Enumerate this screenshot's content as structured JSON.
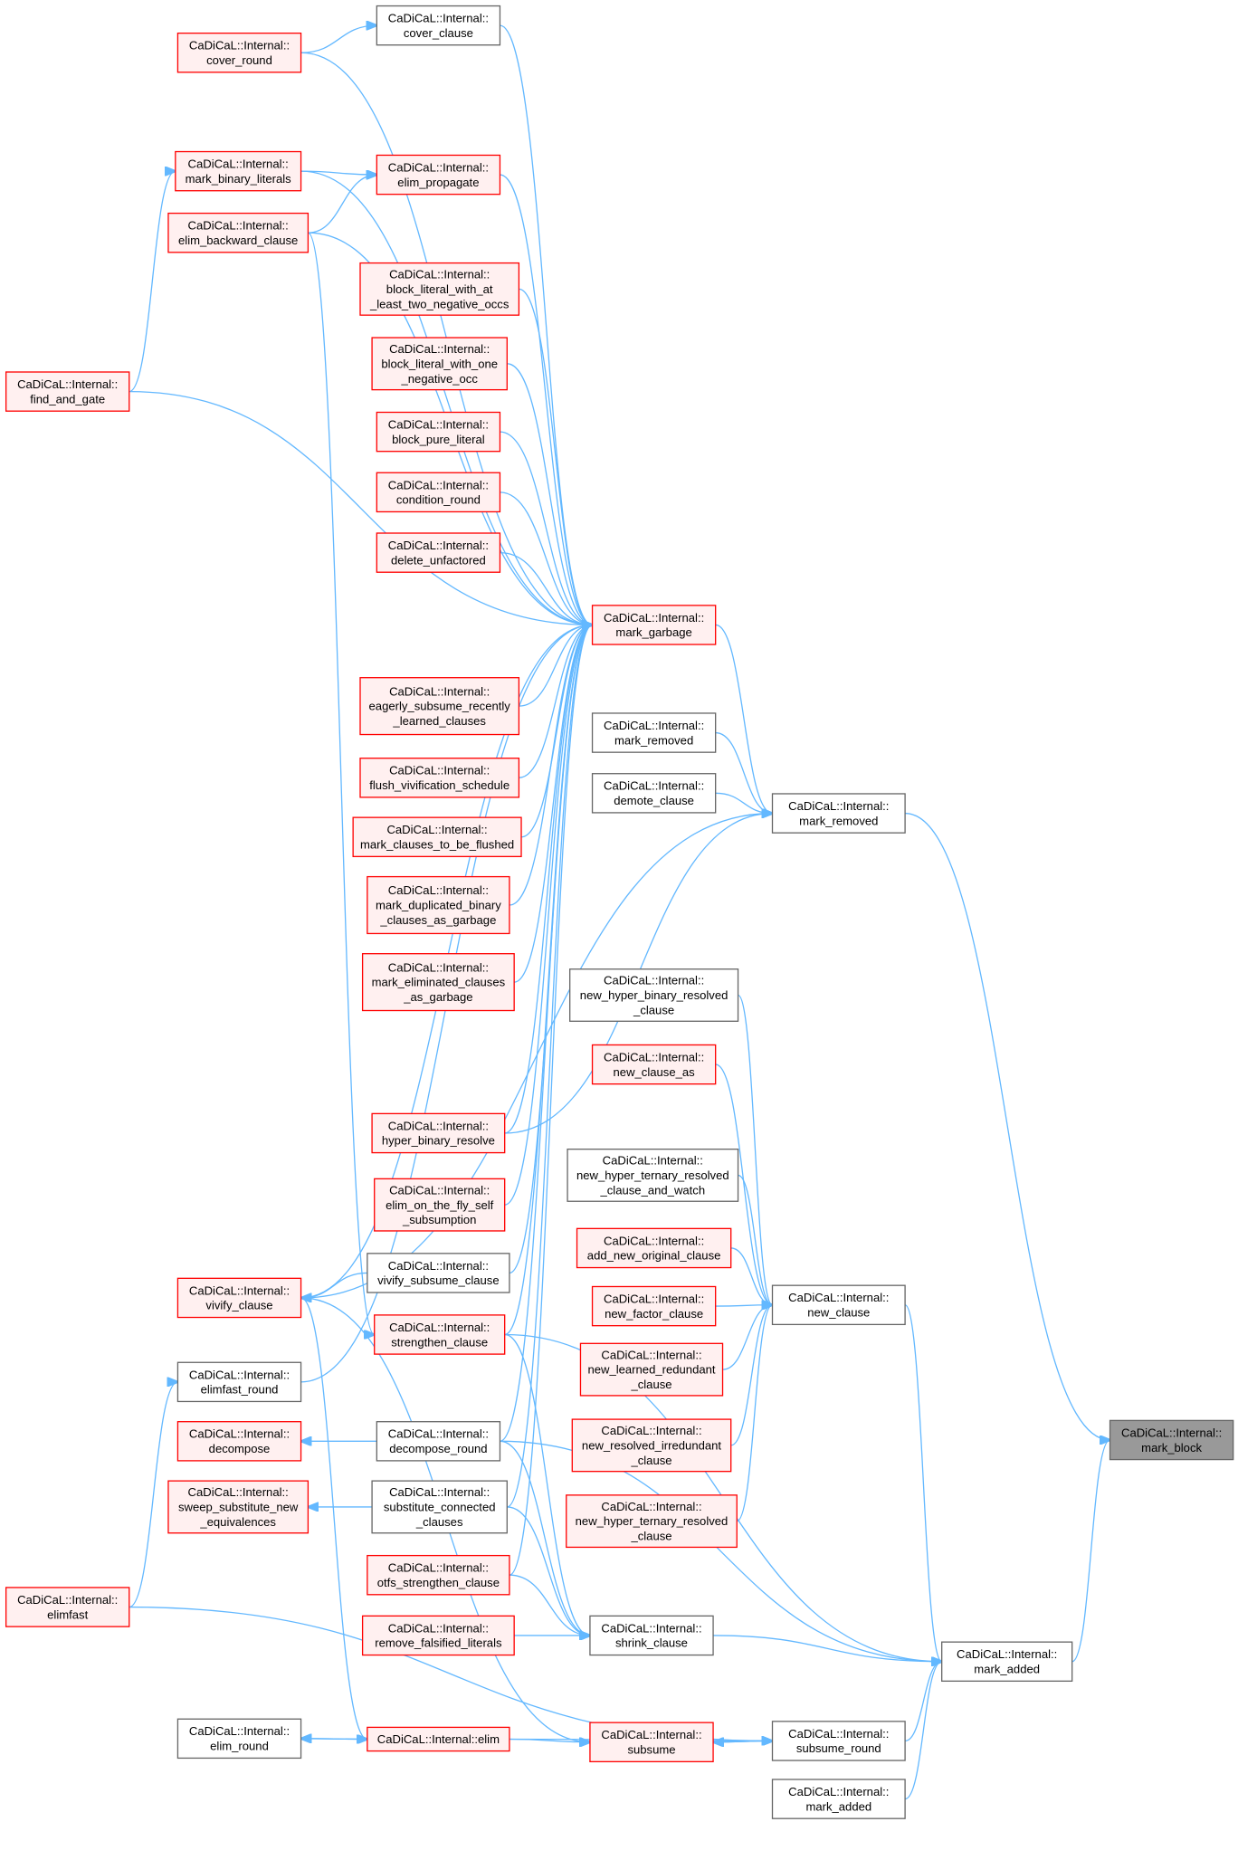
{
  "colors": {
    "edge": "#63b8ff",
    "red_border": "#ff0000",
    "red_fill": "#fff0f0",
    "gray_border": "#666666",
    "gray_fill": "#ffffff",
    "target_fill": "#999999"
  },
  "nodes": {
    "cover_clause": {
      "lines": [
        "CaDiCaL::Internal::",
        "cover_clause"
      ],
      "kind": "gray"
    },
    "cover_round": {
      "lines": [
        "CaDiCaL::Internal::",
        "cover_round"
      ],
      "kind": "red"
    },
    "mark_binary_literals": {
      "lines": [
        "CaDiCaL::Internal::",
        "mark_binary_literals"
      ],
      "kind": "red"
    },
    "elim_propagate": {
      "lines": [
        "CaDiCaL::Internal::",
        "elim_propagate"
      ],
      "kind": "red"
    },
    "elim_backward_clause": {
      "lines": [
        "CaDiCaL::Internal::",
        "elim_backward_clause"
      ],
      "kind": "red"
    },
    "block_two_neg": {
      "lines": [
        "CaDiCaL::Internal::",
        "block_literal_with_at",
        "_least_two_negative_occs"
      ],
      "kind": "red"
    },
    "block_one_neg": {
      "lines": [
        "CaDiCaL::Internal::",
        "block_literal_with_one",
        "_negative_occ"
      ],
      "kind": "red"
    },
    "block_pure_literal": {
      "lines": [
        "CaDiCaL::Internal::",
        "block_pure_literal"
      ],
      "kind": "red"
    },
    "condition_round": {
      "lines": [
        "CaDiCaL::Internal::",
        "condition_round"
      ],
      "kind": "red"
    },
    "delete_unfactored": {
      "lines": [
        "CaDiCaL::Internal::",
        "delete_unfactored"
      ],
      "kind": "red"
    },
    "find_and_gate": {
      "lines": [
        "CaDiCaL::Internal::",
        "find_and_gate"
      ],
      "kind": "red"
    },
    "mark_garbage": {
      "lines": [
        "CaDiCaL::Internal::",
        "mark_garbage"
      ],
      "kind": "red"
    },
    "eagerly_subsume": {
      "lines": [
        "CaDiCaL::Internal::",
        "eagerly_subsume_recently",
        "_learned_clauses"
      ],
      "kind": "red"
    },
    "flush_vivification": {
      "lines": [
        "CaDiCaL::Internal::",
        "flush_vivification_schedule"
      ],
      "kind": "red"
    },
    "mark_clauses_flushed": {
      "lines": [
        "CaDiCaL::Internal::",
        "mark_clauses_to_be_flushed"
      ],
      "kind": "red"
    },
    "mark_dup_binary": {
      "lines": [
        "CaDiCaL::Internal::",
        "mark_duplicated_binary",
        "_clauses_as_garbage"
      ],
      "kind": "red"
    },
    "mark_elim_clauses": {
      "lines": [
        "CaDiCaL::Internal::",
        "mark_eliminated_clauses",
        "_as_garbage"
      ],
      "kind": "red"
    },
    "mark_removed_2": {
      "lines": [
        "CaDiCaL::Internal::",
        "mark_removed"
      ],
      "kind": "gray"
    },
    "demote_clause": {
      "lines": [
        "CaDiCaL::Internal::",
        "demote_clause"
      ],
      "kind": "gray"
    },
    "mark_removed": {
      "lines": [
        "CaDiCaL::Internal::",
        "mark_removed"
      ],
      "kind": "gray"
    },
    "new_hyper_binary": {
      "lines": [
        "CaDiCaL::Internal::",
        "new_hyper_binary_resolved",
        "_clause"
      ],
      "kind": "gray"
    },
    "new_clause_as": {
      "lines": [
        "CaDiCaL::Internal::",
        "new_clause_as"
      ],
      "kind": "red"
    },
    "new_hyper_ternary_watch": {
      "lines": [
        "CaDiCaL::Internal::",
        "new_hyper_ternary_resolved",
        "_clause_and_watch"
      ],
      "kind": "gray"
    },
    "add_new_original": {
      "lines": [
        "CaDiCaL::Internal::",
        "add_new_original_clause"
      ],
      "kind": "red"
    },
    "new_factor_clause": {
      "lines": [
        "CaDiCaL::Internal::",
        "new_factor_clause"
      ],
      "kind": "red"
    },
    "new_learned_redundant": {
      "lines": [
        "CaDiCaL::Internal::",
        "new_learned_redundant",
        "_clause"
      ],
      "kind": "red"
    },
    "new_resolved_irredundant": {
      "lines": [
        "CaDiCaL::Internal::",
        "new_resolved_irredundant",
        "_clause"
      ],
      "kind": "red"
    },
    "new_hyper_ternary": {
      "lines": [
        "CaDiCaL::Internal::",
        "new_hyper_ternary_resolved",
        "_clause"
      ],
      "kind": "red"
    },
    "new_clause": {
      "lines": [
        "CaDiCaL::Internal::",
        "new_clause"
      ],
      "kind": "gray"
    },
    "hyper_binary_resolve": {
      "lines": [
        "CaDiCaL::Internal::",
        "hyper_binary_resolve"
      ],
      "kind": "red"
    },
    "elim_otf_self_subsumption": {
      "lines": [
        "CaDiCaL::Internal::",
        "elim_on_the_fly_self",
        "_subsumption"
      ],
      "kind": "red"
    },
    "vivify_subsume_clause": {
      "lines": [
        "CaDiCaL::Internal::",
        "vivify_subsume_clause"
      ],
      "kind": "gray"
    },
    "strengthen_clause": {
      "lines": [
        "CaDiCaL::Internal::",
        "strengthen_clause"
      ],
      "kind": "red"
    },
    "vivify_clause": {
      "lines": [
        "CaDiCaL::Internal::",
        "vivify_clause"
      ],
      "kind": "red"
    },
    "elimfast_round": {
      "lines": [
        "CaDiCaL::Internal::",
        "elimfast_round"
      ],
      "kind": "gray"
    },
    "decompose": {
      "lines": [
        "CaDiCaL::Internal::",
        "decompose"
      ],
      "kind": "red"
    },
    "decompose_round": {
      "lines": [
        "CaDiCaL::Internal::",
        "decompose_round"
      ],
      "kind": "gray"
    },
    "sweep_substitute": {
      "lines": [
        "CaDiCaL::Internal::",
        "sweep_substitute_new",
        "_equivalences"
      ],
      "kind": "red"
    },
    "substitute_connected": {
      "lines": [
        "CaDiCaL::Internal::",
        "substitute_connected",
        "_clauses"
      ],
      "kind": "gray"
    },
    "otfs_strengthen": {
      "lines": [
        "CaDiCaL::Internal::",
        "otfs_strengthen_clause"
      ],
      "kind": "red"
    },
    "remove_falsified": {
      "lines": [
        "CaDiCaL::Internal::",
        "remove_falsified_literals"
      ],
      "kind": "red"
    },
    "shrink_clause": {
      "lines": [
        "CaDiCaL::Internal::",
        "shrink_clause"
      ],
      "kind": "gray"
    },
    "elimfast": {
      "lines": [
        "CaDiCaL::Internal::",
        "elimfast"
      ],
      "kind": "red"
    },
    "elim_round": {
      "lines": [
        "CaDiCaL::Internal::",
        "elim_round"
      ],
      "kind": "gray"
    },
    "elim": {
      "lines": [
        "CaDiCaL::Internal::elim"
      ],
      "kind": "red"
    },
    "subsume": {
      "lines": [
        "CaDiCaL::Internal::",
        "subsume"
      ],
      "kind": "red"
    },
    "subsume_round": {
      "lines": [
        "CaDiCaL::Internal::",
        "subsume_round"
      ],
      "kind": "gray"
    },
    "mark_added_2": {
      "lines": [
        "CaDiCaL::Internal::",
        "mark_added"
      ],
      "kind": "gray"
    },
    "mark_added": {
      "lines": [
        "CaDiCaL::Internal::",
        "mark_added"
      ],
      "kind": "gray"
    },
    "mark_block": {
      "lines": [
        "CaDiCaL::Internal::",
        "mark_block"
      ],
      "kind": "target"
    }
  },
  "edges": [
    [
      "cover_round",
      "cover_clause"
    ],
    [
      "cover_clause",
      "mark_garbage"
    ],
    [
      "cover_round",
      "mark_garbage"
    ],
    [
      "mark_binary_literals",
      "elim_propagate"
    ],
    [
      "elim_backward_clause",
      "elim_propagate"
    ],
    [
      "mark_binary_literals",
      "mark_garbage"
    ],
    [
      "elim_propagate",
      "mark_garbage"
    ],
    [
      "elim_backward_clause",
      "mark_garbage"
    ],
    [
      "find_and_gate",
      "mark_binary_literals"
    ],
    [
      "find_and_gate",
      "mark_garbage"
    ],
    [
      "block_two_neg",
      "mark_garbage"
    ],
    [
      "block_one_neg",
      "mark_garbage"
    ],
    [
      "block_pure_literal",
      "mark_garbage"
    ],
    [
      "condition_round",
      "mark_garbage"
    ],
    [
      "delete_unfactored",
      "mark_garbage"
    ],
    [
      "eagerly_subsume",
      "mark_garbage"
    ],
    [
      "flush_vivification",
      "mark_garbage"
    ],
    [
      "mark_clauses_flushed",
      "mark_garbage"
    ],
    [
      "mark_dup_binary",
      "mark_garbage"
    ],
    [
      "mark_elim_clauses",
      "mark_garbage"
    ],
    [
      "hyper_binary_resolve",
      "mark_garbage"
    ],
    [
      "elim_otf_self_subsumption",
      "mark_garbage"
    ],
    [
      "vivify_subsume_clause",
      "mark_garbage"
    ],
    [
      "strengthen_clause",
      "mark_garbage"
    ],
    [
      "vivify_clause",
      "mark_garbage"
    ],
    [
      "elimfast_round",
      "mark_garbage"
    ],
    [
      "decompose_round",
      "mark_garbage"
    ],
    [
      "substitute_connected",
      "mark_garbage"
    ],
    [
      "otfs_strengthen",
      "mark_garbage"
    ],
    [
      "mark_garbage",
      "mark_removed"
    ],
    [
      "mark_removed_2",
      "mark_removed"
    ],
    [
      "demote_clause",
      "mark_removed"
    ],
    [
      "hyper_binary_resolve",
      "mark_removed"
    ],
    [
      "vivify_clause",
      "mark_removed"
    ],
    [
      "mark_removed",
      "mark_block"
    ],
    [
      "new_hyper_binary",
      "new_clause"
    ],
    [
      "new_clause_as",
      "new_clause"
    ],
    [
      "new_hyper_ternary_watch",
      "new_clause"
    ],
    [
      "add_new_original",
      "new_clause"
    ],
    [
      "new_factor_clause",
      "new_clause"
    ],
    [
      "new_learned_redundant",
      "new_clause"
    ],
    [
      "new_resolved_irredundant",
      "new_clause"
    ],
    [
      "new_hyper_ternary",
      "new_clause"
    ],
    [
      "new_clause",
      "mark_added"
    ],
    [
      "shrink_clause",
      "mark_added"
    ],
    [
      "subsume_round",
      "mark_added"
    ],
    [
      "mark_added_2",
      "mark_added"
    ],
    [
      "decompose_round",
      "mark_added"
    ],
    [
      "strengthen_clause",
      "mark_added"
    ],
    [
      "mark_added",
      "mark_block"
    ],
    [
      "vivify_subsume_clause",
      "vivify_clause"
    ],
    [
      "decompose_round",
      "decompose"
    ],
    [
      "substitute_connected",
      "sweep_substitute"
    ],
    [
      "elimfast",
      "elimfast_round"
    ],
    [
      "elim_backward_clause",
      "strengthen_clause"
    ],
    [
      "strengthen_clause",
      "shrink_clause"
    ],
    [
      "otfs_strengthen",
      "shrink_clause"
    ],
    [
      "remove_falsified",
      "shrink_clause"
    ],
    [
      "substitute_connected",
      "shrink_clause"
    ],
    [
      "decompose_round",
      "shrink_clause"
    ],
    [
      "elim",
      "elim_round"
    ],
    [
      "elim",
      "subsume"
    ],
    [
      "vivify_clause",
      "subsume"
    ],
    [
      "subsume_round",
      "subsume"
    ],
    [
      "subsume",
      "subsume_round"
    ],
    [
      "elim",
      "subsume_round"
    ],
    [
      "elimfast",
      "subsume_round"
    ],
    [
      "elim_round",
      "elim"
    ],
    [
      "vivify_clause",
      "elim"
    ]
  ]
}
